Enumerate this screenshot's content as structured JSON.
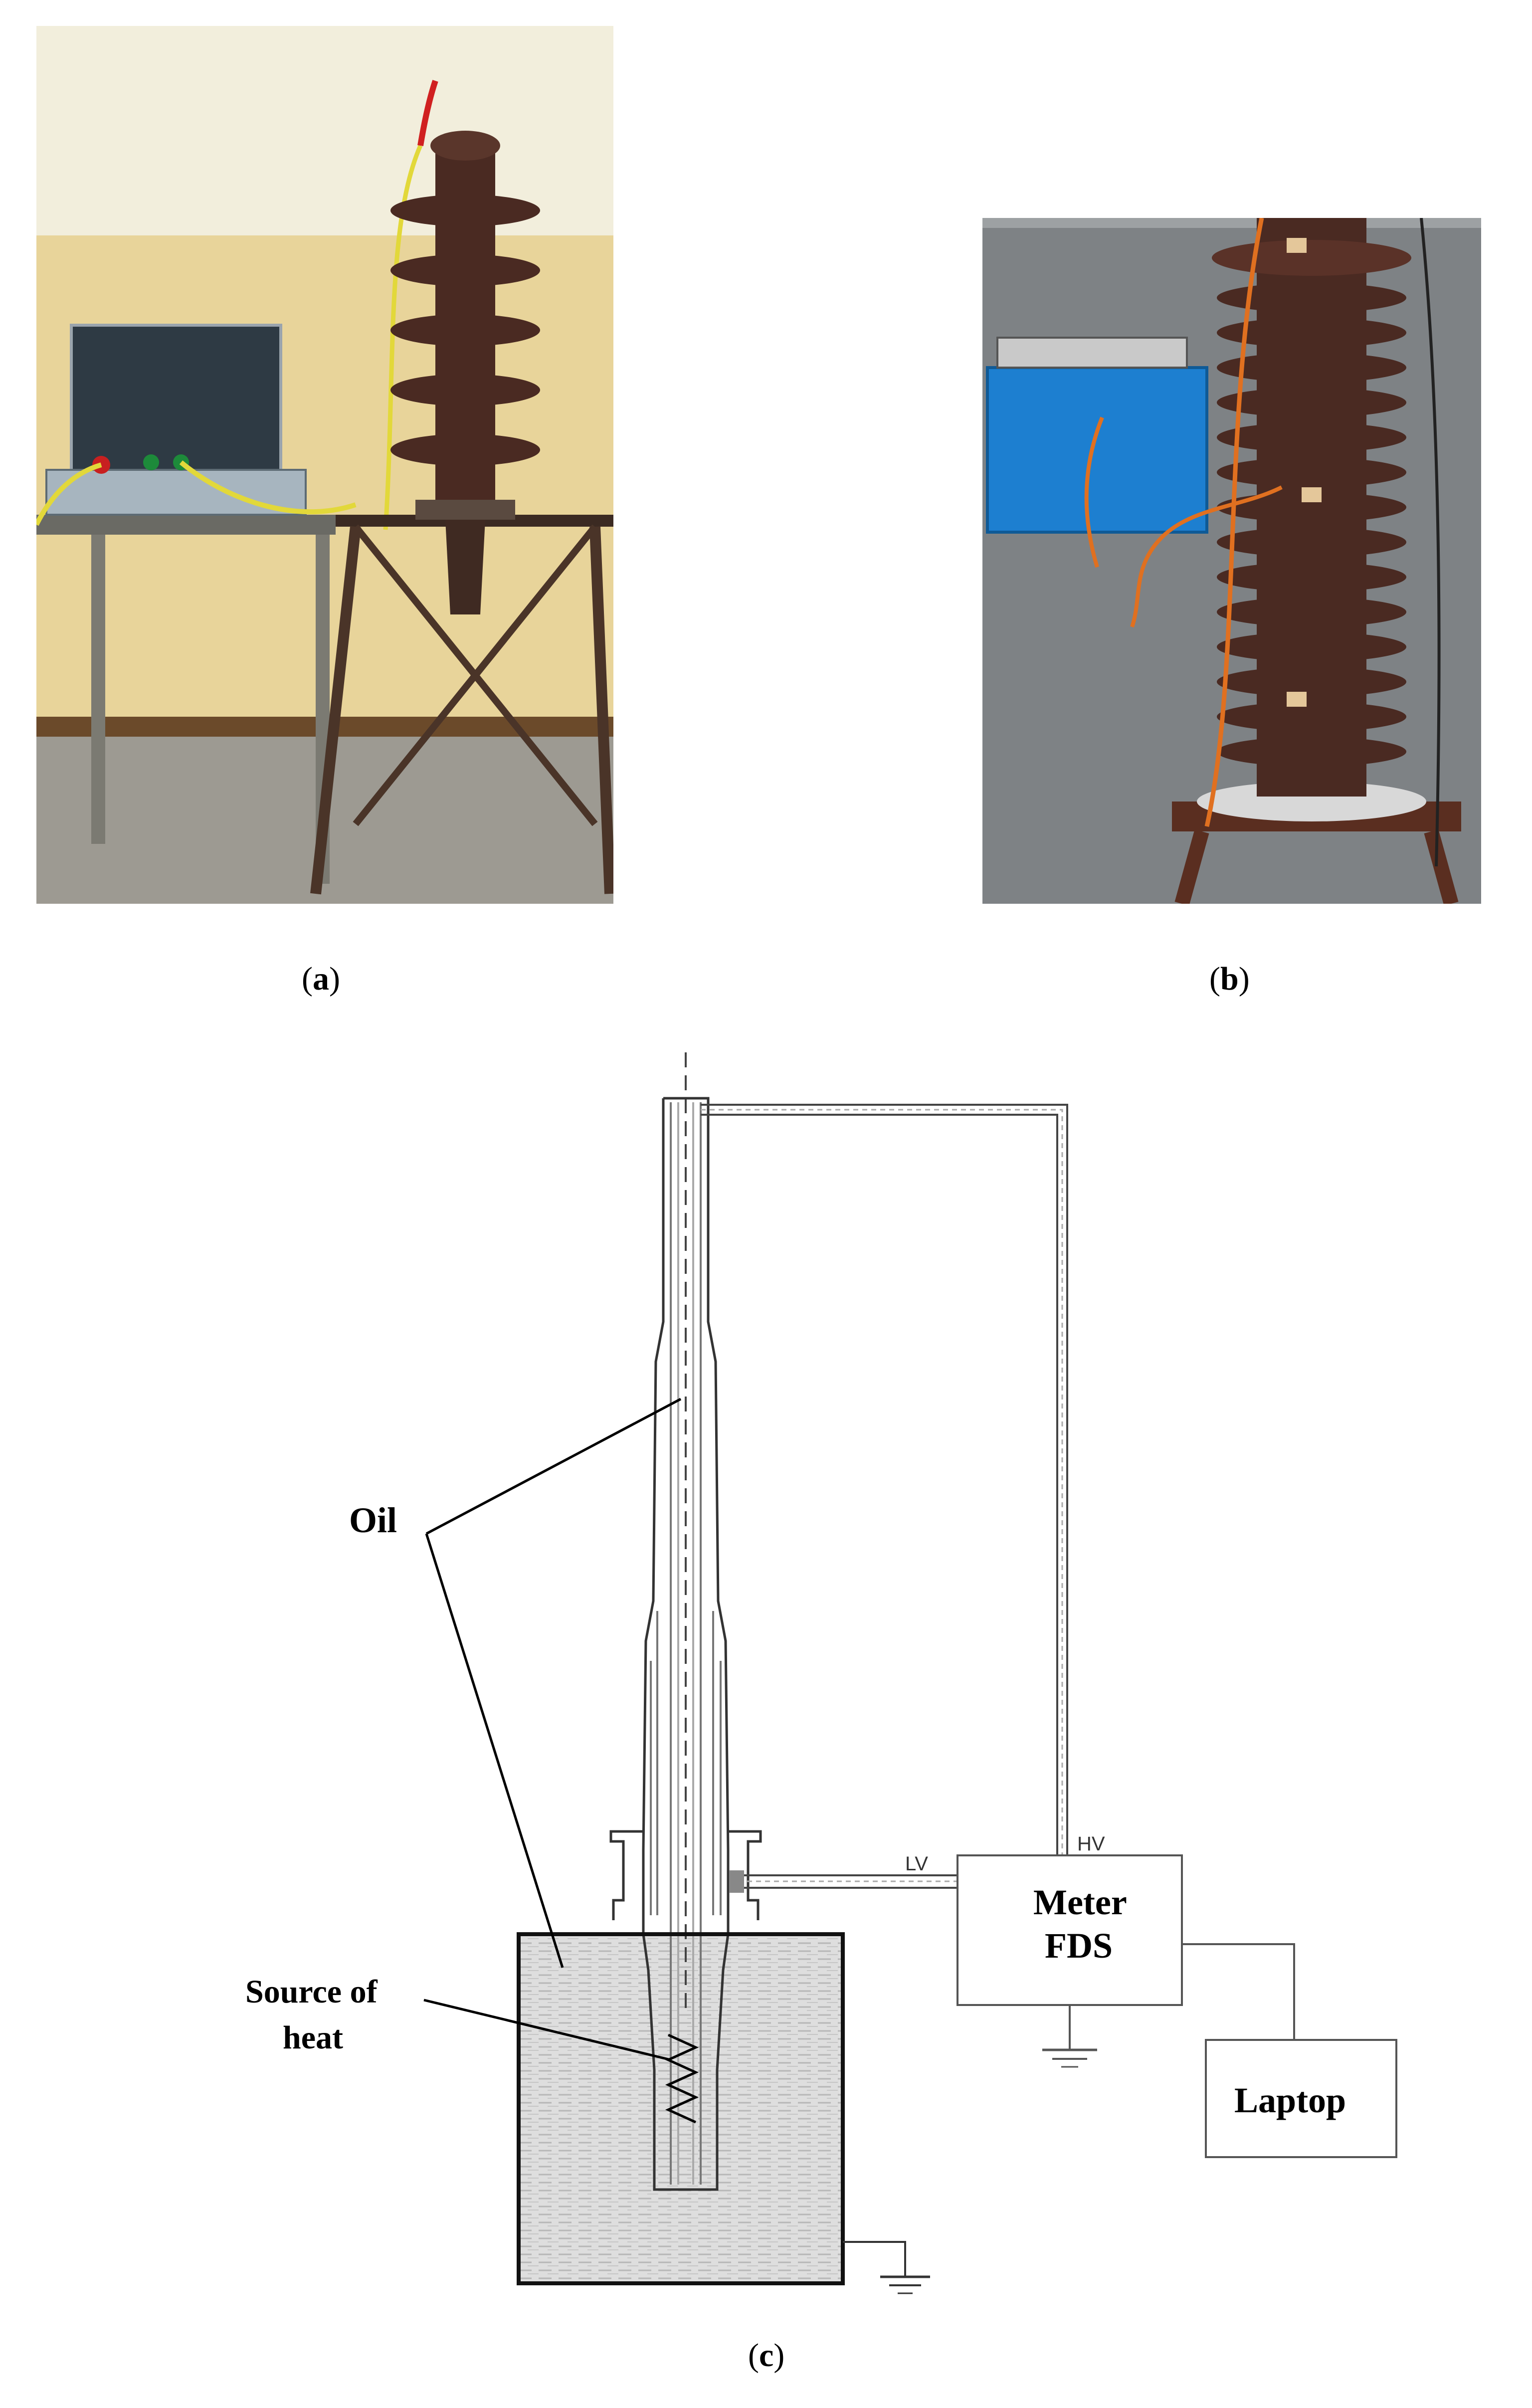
{
  "figure": {
    "panels": [
      {
        "id": "a",
        "caption": "a"
      },
      {
        "id": "b",
        "caption": "b"
      },
      {
        "id": "c",
        "caption": "c"
      }
    ]
  },
  "diagram": {
    "labels": {
      "oil": "Oil",
      "source_line1": "Source of",
      "source_line2": "heat",
      "meter_line1": "Meter",
      "meter_line2": "FDS",
      "laptop": "Laptop",
      "lv": "LV",
      "hv": "HV"
    }
  },
  "colors": {
    "bushing_brown": "#4a2a22",
    "wall_yellow": "#e8d49a",
    "wall_grey": "#7e8285",
    "blue_box": "#1d7fd0",
    "stand_brown": "#5a2e20",
    "cable_orange": "#e07020",
    "cable_yellow": "#e2d83a",
    "lead_red": "#d02020"
  }
}
